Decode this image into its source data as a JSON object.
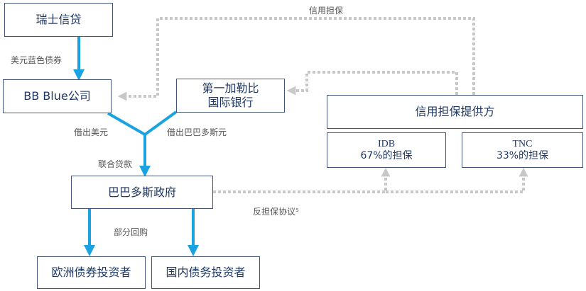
{
  "nodes": {
    "credit_suisse": "瑞士信贷",
    "bb_blue": "BB Blue公司",
    "fab_line1": "第一加勒比",
    "fab_line2": "国际银行",
    "guarantor": "信用担保提供方",
    "idb_line1": "IDB",
    "idb_line2": "67%的担保",
    "tnc_line1": "TNC",
    "tnc_line2": "33%的担保",
    "barbados_gov": "巴巴多斯政府",
    "eu_investors": "欧洲债券投资者",
    "domestic_investors": "国内债务投资者"
  },
  "edge_labels": {
    "blue_bond": "美元蓝色债券",
    "lend_usd": "借出美元",
    "lend_bbd": "借出巴巴多斯元",
    "syndicated_loan": "联合贷款",
    "partial_buyback": "部分回购",
    "credit_guarantee": "信用担保",
    "counter_guarantee": "反担保协议⁵"
  },
  "colors": {
    "flow_arrow": "#1aa3e0",
    "dotted_arrow": "#c8c8c8",
    "box_border": "#44577a",
    "box_text": "#1f3864",
    "label_text": "#555555"
  }
}
